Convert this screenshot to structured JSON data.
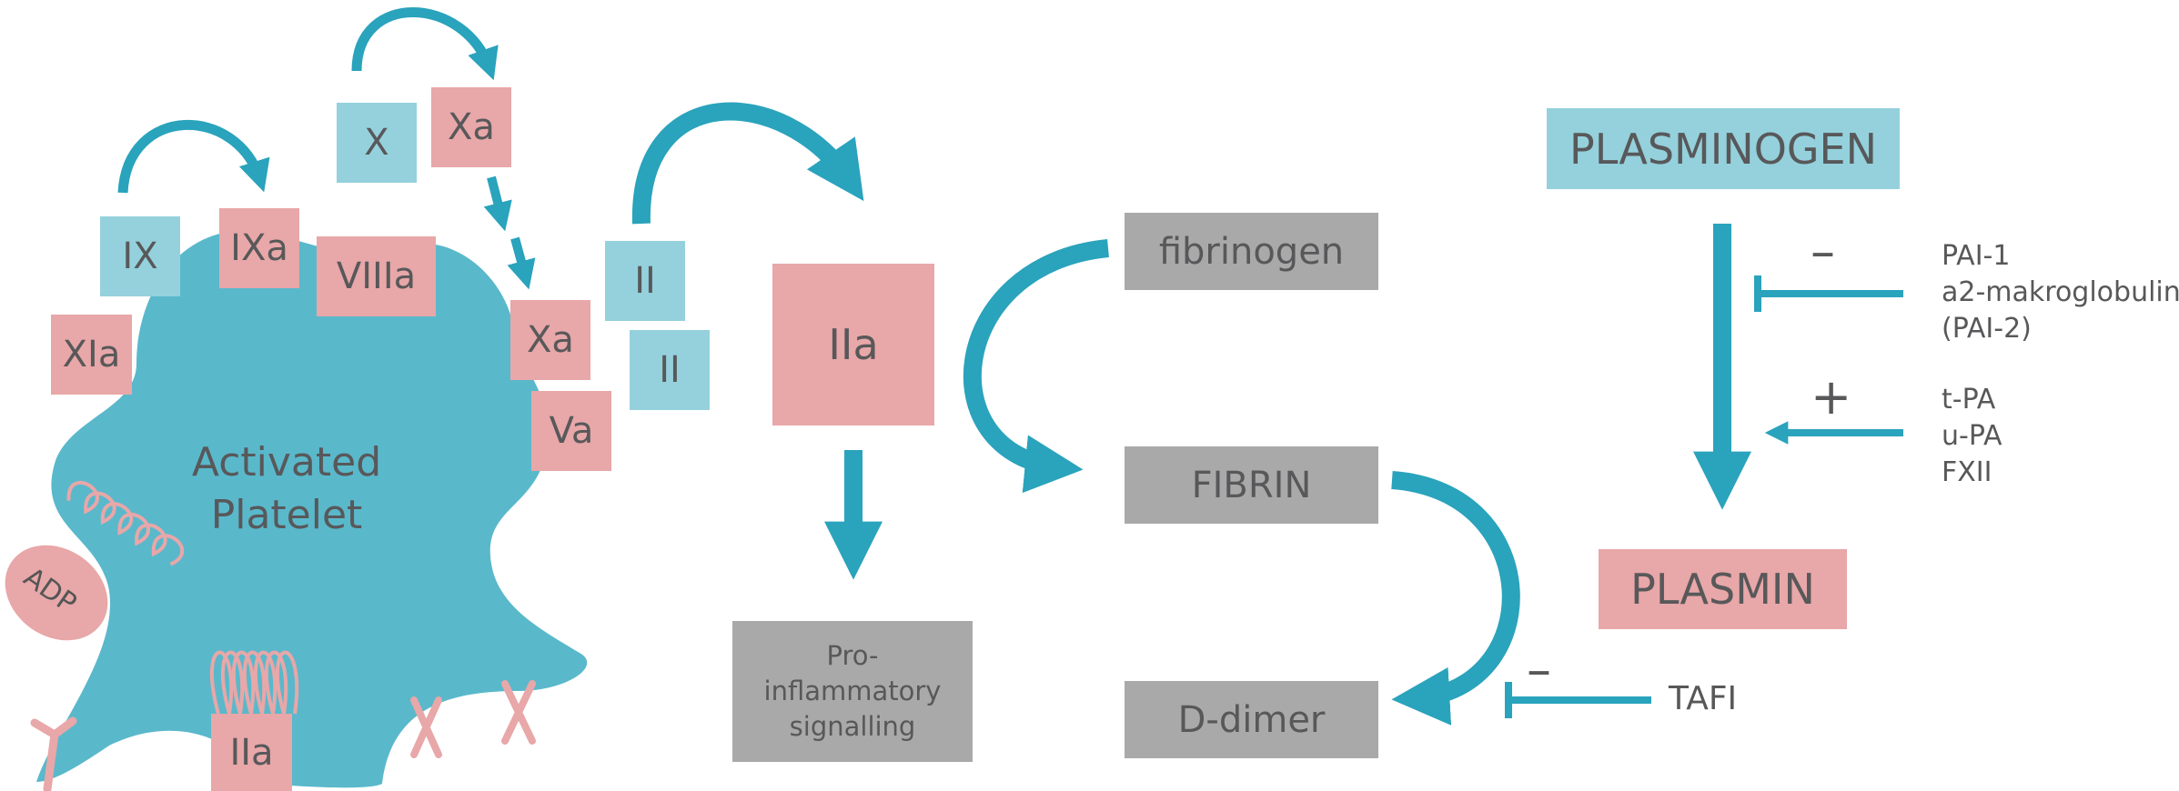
{
  "colors": {
    "teal": "#2aa3bc",
    "platelet": "#5ab8cb",
    "pink": "#e8a7a8",
    "light_blue": "#94d1dc",
    "gray": "#a9a9a9",
    "text": "#58585a"
  },
  "platelet": {
    "label_line1": "Activated",
    "label_line2": "Platelet",
    "adp": "ADP",
    "receptor_label": "IIa"
  },
  "coagulation": {
    "xia": "XIa",
    "ix": "IX",
    "ixa": "IXa",
    "viiia": "VIIIa",
    "x": "X",
    "xa_top": "Xa",
    "xa_bound": "Xa",
    "va": "Va",
    "ii_1": "II",
    "ii_2": "II",
    "iia": "IIa",
    "pro_inflammatory": [
      "Pro-",
      "inflammatory",
      "signalling"
    ]
  },
  "fibrin": {
    "fibrinogen": "fibrinogen",
    "fibrin": "FIBRIN",
    "d_dimer": "D-dimer",
    "tafi_sign": "–",
    "tafi": "TAFI"
  },
  "fibrinolysis": {
    "plasminogen": "PLASMINOGEN",
    "plasmin": "PLASMIN",
    "inhibit_sign": "–",
    "inhibitors": [
      "PAI-1",
      "a2-makroglobulin",
      "(PAI-2)"
    ],
    "activate_sign": "+",
    "activators": [
      "t-PA",
      "u-PA",
      "FXII"
    ]
  }
}
